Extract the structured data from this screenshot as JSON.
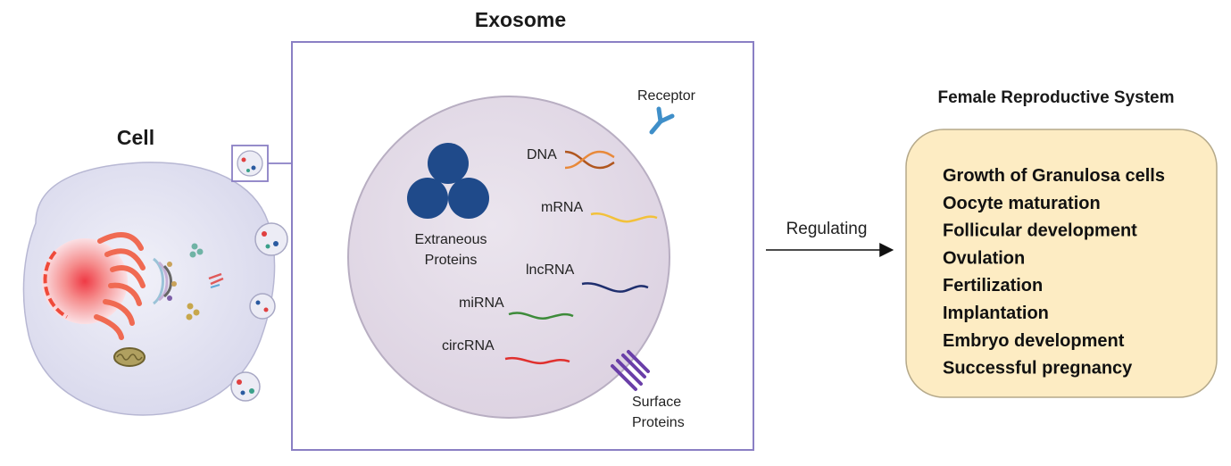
{
  "titles": {
    "cell": "Cell",
    "exosome": "Exosome",
    "system": "Female Reproductive System"
  },
  "exosome_labels": {
    "receptor": "Receptor",
    "dna": "DNA",
    "mrna": "mRNA",
    "lncrna": "lncRNA",
    "mirna": "miRNA",
    "circrna": "circRNA",
    "extraneous_line1": "Extraneous",
    "extraneous_line2": "Proteins",
    "surface_line1": "Surface",
    "surface_line2": "Proteins"
  },
  "arrow_label": "Regulating",
  "functions": [
    "Growth of Granulosa cells",
    "Oocyte maturation",
    "Follicular development",
    "Ovulation",
    "Fertilization",
    "Implantation",
    "Embryo development",
    "Successful pregnancy"
  ],
  "colors": {
    "cell_fill": "#e4e4f2",
    "exosome_fill": "#e4dde8",
    "box_border": "#8a7fc4",
    "proteins": "#1f4a8a",
    "dna_a": "#b0561e",
    "dna_b": "#e8893a",
    "mrna": "#f2c13a",
    "lncrna": "#1f2f6e",
    "mirna": "#3d8b3a",
    "circrna": "#e0302e",
    "receptor": "#3f8fc9",
    "surface": "#6a3fa8",
    "system_fill": "#fdecc3",
    "nucleus": "#ef4a4a",
    "er": "#f06a52"
  }
}
